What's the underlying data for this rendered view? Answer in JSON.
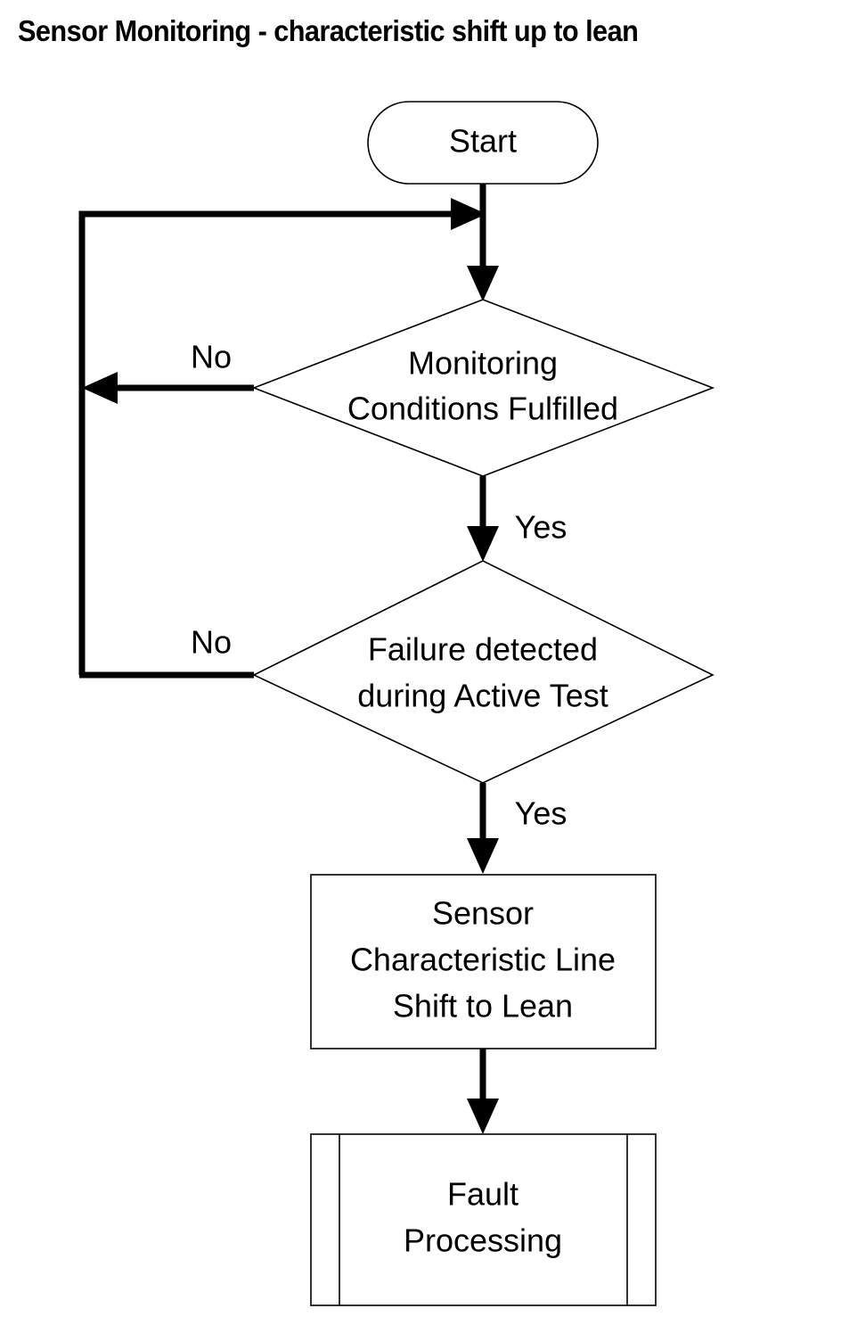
{
  "title": "Sensor Monitoring - characteristic shift up to lean",
  "colors": {
    "background": "#ffffff",
    "stroke": "#000000",
    "text": "#000000"
  },
  "nodes": {
    "start": {
      "type": "terminator",
      "label": "Start"
    },
    "decision_monitoring": {
      "type": "decision",
      "line1": "Monitoring",
      "line2": "Conditions Fulfilled"
    },
    "decision_failure": {
      "type": "decision",
      "line1": "Failure detected",
      "line2": "during Active Test"
    },
    "process_shift": {
      "type": "process",
      "line1": "Sensor",
      "line2": "Characteristic Line",
      "line3": "Shift to Lean"
    },
    "predefined_fault": {
      "type": "predefined-process",
      "line1": "Fault",
      "line2": "Processing"
    }
  },
  "edges": {
    "monitoring_no": "No",
    "monitoring_yes": "Yes",
    "failure_no": "No",
    "failure_yes": "Yes"
  }
}
